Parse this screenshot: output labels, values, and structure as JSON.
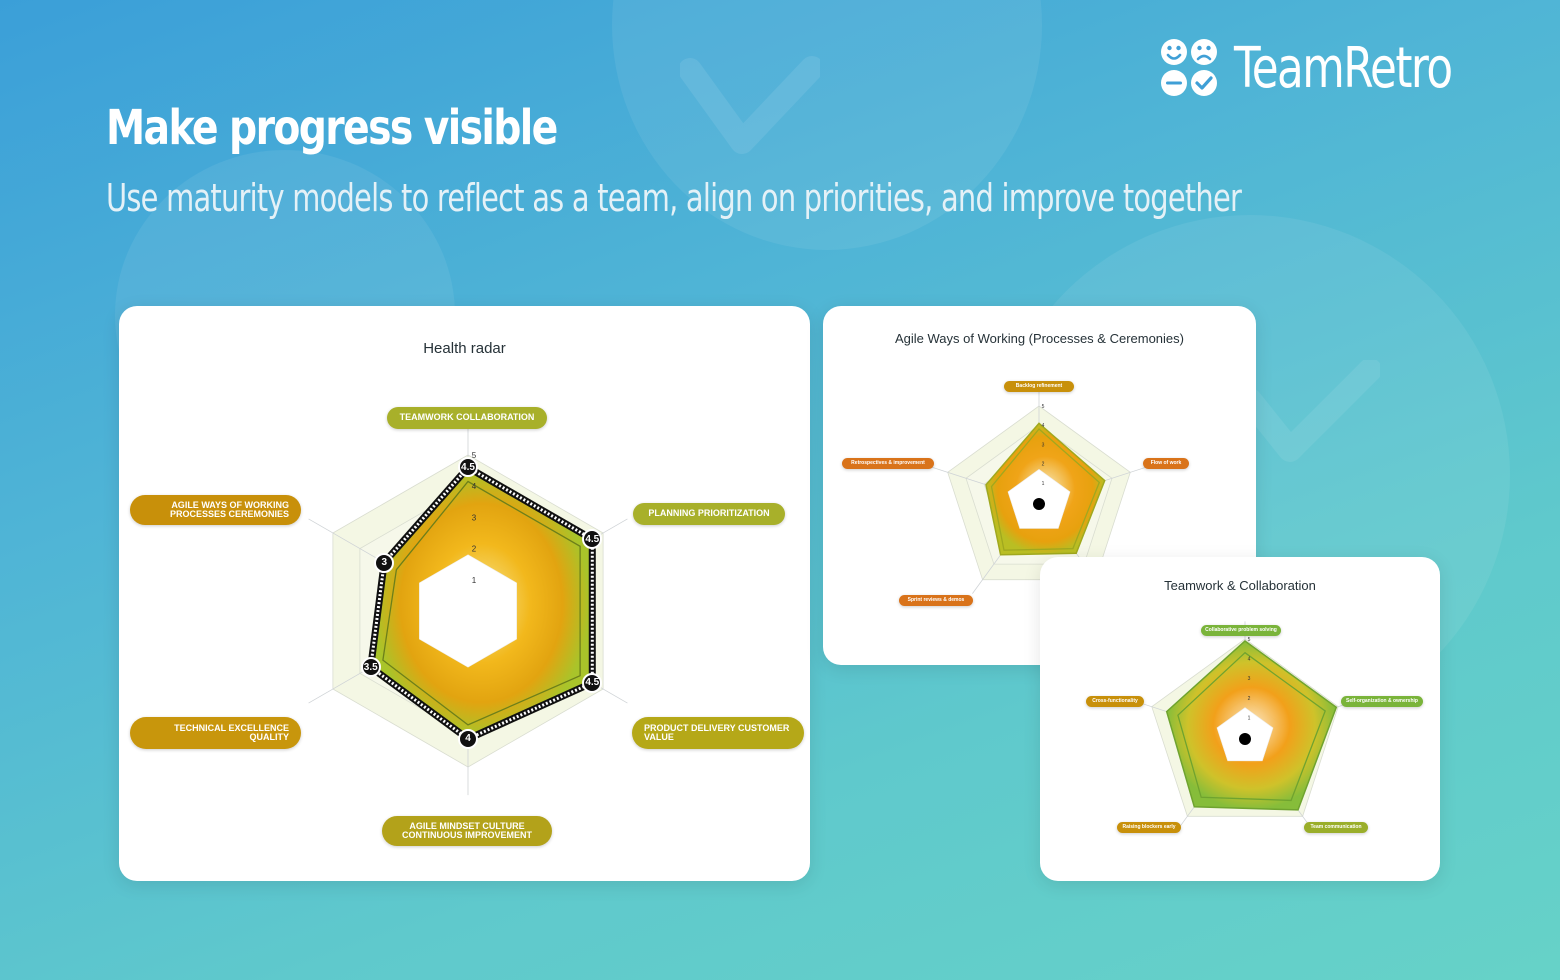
{
  "headline": "Make progress visible",
  "subheadline": "Use maturity models to reflect as a team, align on priorities, and improve together",
  "brand": {
    "name": "TeamRetro",
    "logo_icon": "teamretro-faces-logo-icon"
  },
  "colors": {
    "background_top": "#3b9fd8",
    "background_bottom": "#66d2c8",
    "olive": "#a8b02a",
    "amber": "#c8900a",
    "orange": "#d9731a",
    "green": "#7ab43a"
  },
  "cards": {
    "health": {
      "title": "Health radar",
      "scale_ticks": [
        "1",
        "2",
        "3",
        "4",
        "5"
      ],
      "axes": [
        {
          "label": "TEAMWORK COLLABORATION",
          "score": "4.5"
        },
        {
          "label": "PLANNING PRIORITIZATION",
          "score": "4.5"
        },
        {
          "label": "PRODUCT DELIVERY CUSTOMER VALUE",
          "score": "4.5"
        },
        {
          "label": "AGILE MINDSET CULTURE CONTINUOUS IMPROVEMENT",
          "score": "4"
        },
        {
          "label": "TECHNICAL EXCELLENCE QUALITY",
          "score": "3.5"
        },
        {
          "label": "AGILE WAYS OF WORKING PROCESSES CEREMONIES",
          "score": "3"
        }
      ]
    },
    "agile": {
      "title": "Agile Ways of Working (Processes & Ceremonies)",
      "scale_ticks": [
        "1",
        "2",
        "3",
        "4",
        "5"
      ],
      "axes": [
        {
          "label": "Backlog refinement"
        },
        {
          "label": "Flow of work"
        },
        {
          "label": "Sprint reviews & demos"
        },
        {
          "label": "Retrospectives & improvement"
        }
      ]
    },
    "teamwork": {
      "title": "Teamwork & Collaboration",
      "scale_ticks": [
        "1",
        "2",
        "3",
        "4",
        "5"
      ],
      "axes": [
        {
          "label": "Collaborative problem solving"
        },
        {
          "label": "Self-organization & ownership"
        },
        {
          "label": "Team communication"
        },
        {
          "label": "Raising blockers early"
        },
        {
          "label": "Cross-functionality"
        }
      ]
    }
  }
}
